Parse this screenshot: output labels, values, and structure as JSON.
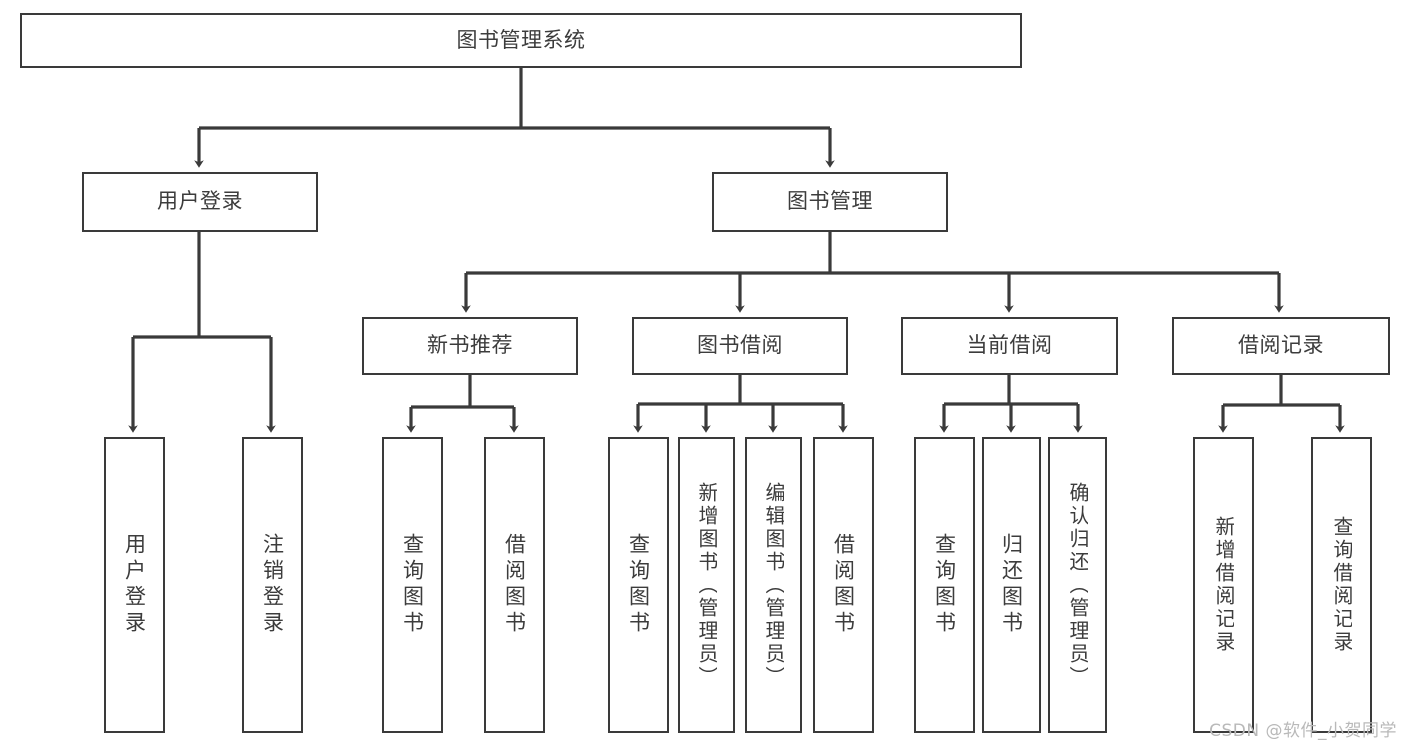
{
  "diagram": {
    "type": "hierarchy-tree",
    "title": "图书管理系统",
    "watermark": "CSDN @软件_小贺同学",
    "colors": {
      "stroke": "#3a3a3a",
      "box_fill": "#ffffff",
      "text": "#3c3c3c",
      "watermark": "#b9b9b9",
      "background": "#ffffff"
    },
    "root": {
      "label": "图书管理系统"
    },
    "level1": [
      {
        "id": "user-login",
        "label": "用户登录"
      },
      {
        "id": "book-manage",
        "label": "图书管理"
      }
    ],
    "level2": [
      {
        "id": "new-book-recommend",
        "label": "新书推荐",
        "parent": "book-manage"
      },
      {
        "id": "book-borrow",
        "label": "图书借阅",
        "parent": "book-manage"
      },
      {
        "id": "current-borrow",
        "label": "当前借阅",
        "parent": "book-manage"
      },
      {
        "id": "borrow-record",
        "label": "借阅记录",
        "parent": "book-manage"
      }
    ],
    "leaves": [
      {
        "id": "leaf-user-login",
        "label": "用户登录",
        "parent": "user-login"
      },
      {
        "id": "leaf-logout-login",
        "label": "注销登录",
        "parent": "user-login"
      },
      {
        "id": "leaf-query-book-1",
        "label": "查询图书",
        "parent": "new-book-recommend"
      },
      {
        "id": "leaf-borrow-book-1",
        "label": "借阅图书",
        "parent": "new-book-recommend"
      },
      {
        "id": "leaf-query-book-2",
        "label": "查询图书",
        "parent": "book-borrow"
      },
      {
        "id": "leaf-add-book",
        "label": "新增图书（管理员）",
        "parent": "book-borrow"
      },
      {
        "id": "leaf-edit-book",
        "label": "编辑图书（管理员）",
        "parent": "book-borrow"
      },
      {
        "id": "leaf-borrow-book-2",
        "label": "借阅图书",
        "parent": "book-borrow"
      },
      {
        "id": "leaf-query-book-3",
        "label": "查询图书",
        "parent": "current-borrow"
      },
      {
        "id": "leaf-return-book",
        "label": "归还图书",
        "parent": "current-borrow"
      },
      {
        "id": "leaf-confirm-return",
        "label": "确认归还（管理员）",
        "parent": "current-borrow"
      },
      {
        "id": "leaf-add-record",
        "label": "新增借阅记录",
        "parent": "borrow-record"
      },
      {
        "id": "leaf-query-record",
        "label": "查询借阅记录",
        "parent": "borrow-record"
      }
    ]
  }
}
